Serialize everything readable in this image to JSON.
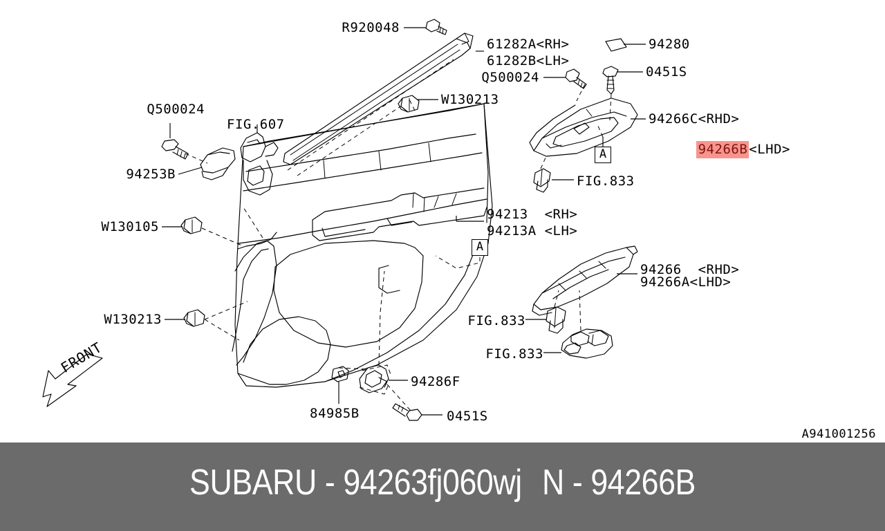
{
  "document": {
    "type": "automotive-parts-diagram",
    "drawing_code": "A941001256",
    "background_color": "#ffffff",
    "highlight_color": "#f9948c",
    "footer_color": "#6b6b6b"
  },
  "footer": {
    "brand": "SUBARU",
    "separator_1": "-",
    "diagram_number": "94263fj060wj",
    "node_prefix": "N",
    "separator_2": "-",
    "selected_part": "94266B"
  },
  "orientation": {
    "front_marker": "FRONT"
  },
  "callouts": [
    {
      "id": "callout-a-upper",
      "label": "A"
    },
    {
      "id": "callout-a-lower",
      "label": "A"
    }
  ],
  "labels": {
    "r920048": {
      "text": "R920048"
    },
    "p61282a": {
      "text": "61282A<RH>"
    },
    "p61282b": {
      "text": "61282B<LH>"
    },
    "q500024_top": {
      "text": "Q500024"
    },
    "p94280": {
      "text": "94280"
    },
    "p0451s_top": {
      "text": "0451S"
    },
    "w130213_top": {
      "text": "W130213"
    },
    "q500024_left": {
      "text": "Q500024"
    },
    "fig607": {
      "text": "FIG.607"
    },
    "p94253b": {
      "text": "94253B"
    },
    "w130105": {
      "text": "W130105"
    },
    "w130213_left": {
      "text": "W130213"
    },
    "p94266c": {
      "text": "94266C<RHD>"
    },
    "p94266b": {
      "text": "94266B",
      "suffix": "<LHD>",
      "highlighted": true
    },
    "fig833_upper": {
      "text": "FIG.833"
    },
    "p94213": {
      "text": "94213  <RH>"
    },
    "p94213a": {
      "text": "94213A <LH>"
    },
    "p94266": {
      "text": "94266  <RHD>"
    },
    "p94266a": {
      "text": "94266A<LHD>"
    },
    "fig833_mid": {
      "text": "FIG.833"
    },
    "fig833_low": {
      "text": "FIG.833"
    },
    "p94286f": {
      "text": "94286F"
    },
    "p84985b": {
      "text": "84985B"
    },
    "p0451s_bottom": {
      "text": "0451S"
    }
  }
}
